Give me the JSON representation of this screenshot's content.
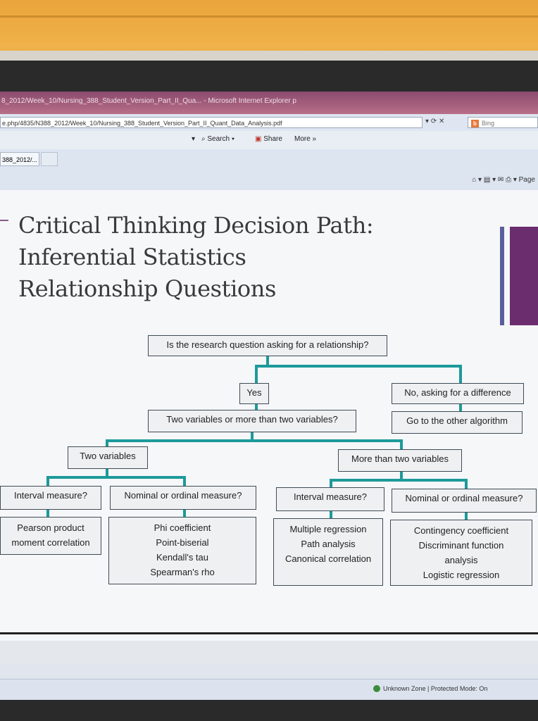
{
  "browser": {
    "title": "8_2012/Week_10/Nursing_388_Student_Version_Part_II_Qua... - Microsoft Internet Explorer p",
    "url": "e.php/4835/N388_2012/Week_10/Nursing_388_Student_Version_Part_II_Quant_Data_Analysis.pdf",
    "search_engine": "Bing",
    "commands": {
      "search": "Search",
      "share": "Share",
      "more": "More »"
    },
    "tab_label": "388_2012/...",
    "page_label": "Page",
    "status": "Unknown Zone | Protected Mode: On"
  },
  "slide": {
    "title_lines": [
      "Critical Thinking Decision Path:",
      "Inferential Statistics",
      "Relationship Questions"
    ]
  },
  "flowchart": {
    "root": "Is the research question asking for a relationship?",
    "yes": "Yes",
    "no": "No, asking for a difference",
    "no_next": "Go to the other algorithm",
    "variables_q": "Two variables or more than two variables?",
    "two_vars": "Two variables",
    "more_vars": "More than two variables",
    "interval_1": "Interval measure?",
    "nominal_1": "Nominal or ordinal measure?",
    "interval_2": "Interval measure?",
    "nominal_2": "Nominal or ordinal measure?",
    "leaf_1": [
      "Pearson product",
      "moment correlation"
    ],
    "leaf_2": [
      "Phi coefficient",
      "Point-biserial",
      "Kendall's tau",
      "Spearman's rho"
    ],
    "leaf_3": [
      "Multiple regression",
      "Path analysis",
      "Canonical correlation"
    ],
    "leaf_4": [
      "Contingency coefficient",
      "Discriminant function",
      "analysis",
      "Logistic regression"
    ]
  }
}
